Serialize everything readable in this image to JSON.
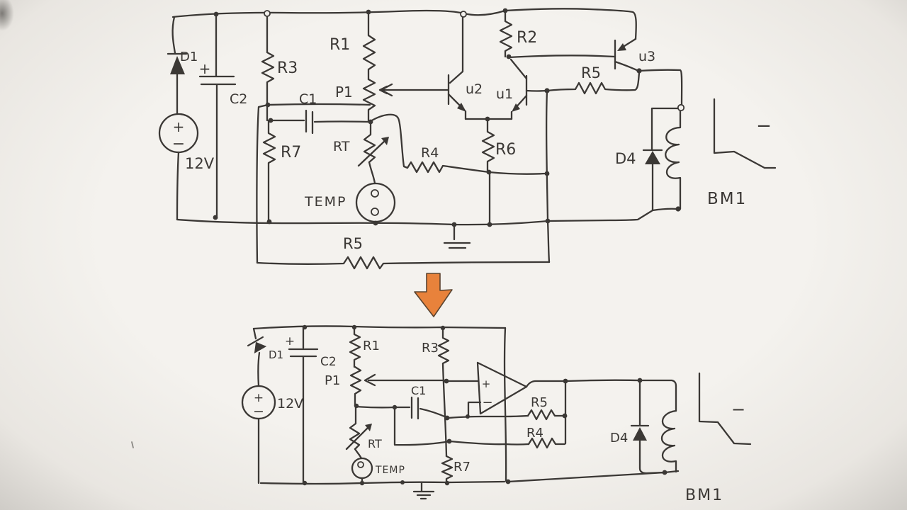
{
  "colors": {
    "background": "#f2f0ec",
    "ink": "#3b3835",
    "arrow": "#e8823b"
  },
  "top_circuit": {
    "labels": {
      "d1": "D1",
      "c2_plus": "+",
      "c2": "C2",
      "source_plus": "+",
      "source_minus": "−",
      "source_voltage": "12V",
      "r3": "R3",
      "r1": "R1",
      "p1": "P1",
      "c1": "C1",
      "r7": "R7",
      "rt": "RT",
      "temp": "TEMP",
      "r4": "R4",
      "r6": "R6",
      "u2": "u2",
      "u1": "u1",
      "r2": "R2",
      "r5_upper": "R5",
      "u3": "u3",
      "d4": "D4",
      "bm1": "BM1",
      "bm1_minus": "−",
      "r5_lower": "R5"
    }
  },
  "bottom_circuit": {
    "labels": {
      "d1": "D1",
      "c2_plus": "+",
      "c2": "C2",
      "source_plus": "+",
      "source_minus": "−",
      "source_voltage": "12V",
      "r1": "R1",
      "r3": "R3",
      "p1": "P1",
      "c1": "C1",
      "rt": "RT",
      "temp": "TEMP",
      "r7": "R7",
      "opamp_plus": "+",
      "opamp_minus": "−",
      "r5": "R5",
      "r4": "R4",
      "d4": "D4",
      "bm1": "BM1",
      "bm1_minus": "−"
    }
  }
}
